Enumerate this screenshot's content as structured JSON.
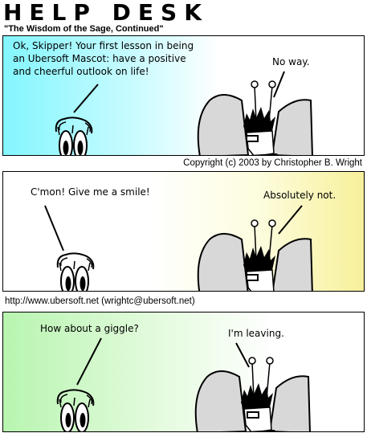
{
  "comic": {
    "title": "HELP DESK",
    "subtitle": "\"The Wisdom of the Sage, Continued\"",
    "copyright": "Copyright (c) 2003 by Christopher B. Wright",
    "website": "http://www.ubersoft.net (wrightc@ubersoft.net)"
  },
  "panels": [
    {
      "left_speech": "Ok, Skipper! Your first lesson in being\nan Ubersoft Mascot: have a positive\nand cheerful outlook on life!",
      "right_speech": "No way.",
      "background": "#84f6ff"
    },
    {
      "left_speech": "C'mon! Give me a smile!",
      "right_speech": "Absolutely not.",
      "background": "#f7f09a"
    },
    {
      "left_speech": "How about a giggle?",
      "right_speech": "I'm leaving.",
      "background": "#b8f5b0"
    }
  ]
}
